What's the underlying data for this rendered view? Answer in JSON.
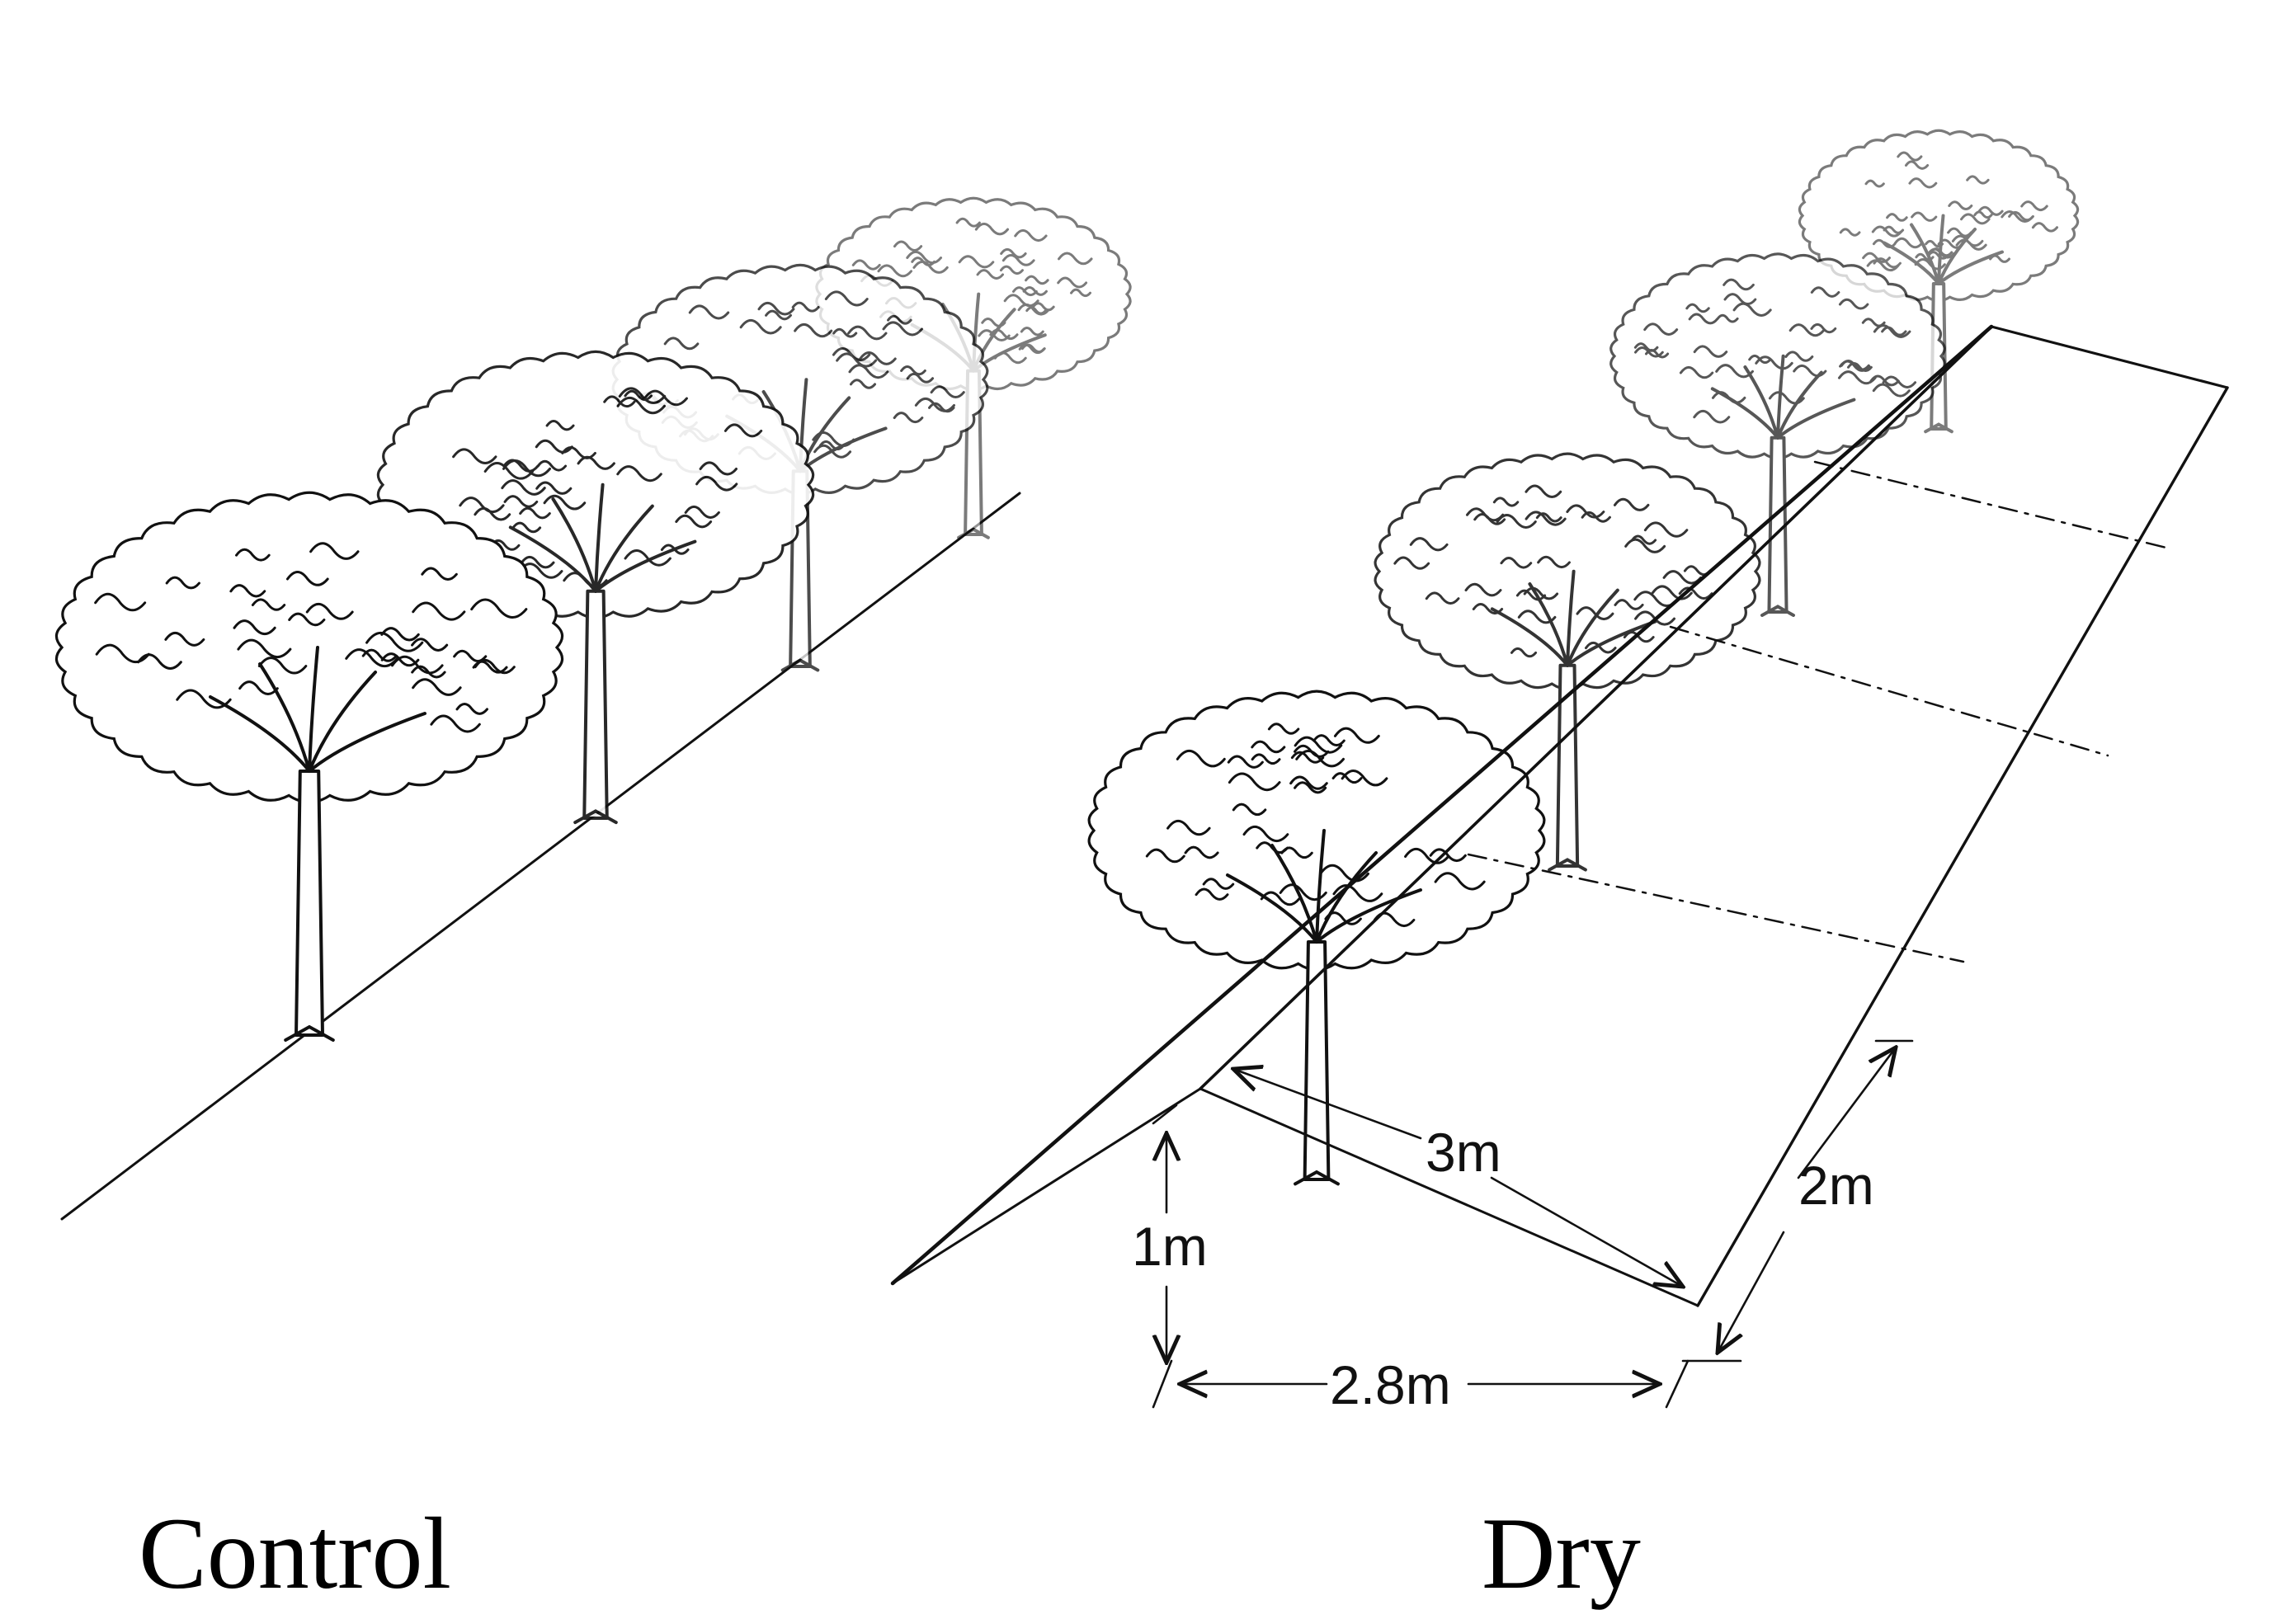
{
  "panels": {
    "control": {
      "caption": "Control"
    },
    "dry": {
      "caption": "Dry"
    }
  },
  "dimensions": {
    "width_top": "3m",
    "length": "2m",
    "height": "1m",
    "width_base": "2.8m"
  }
}
